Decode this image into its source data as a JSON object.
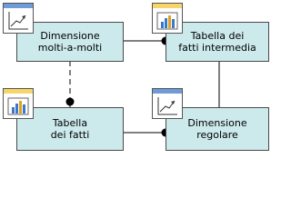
{
  "colors": {
    "box_fill": "#cce9ec",
    "dimension_icon_bar": "#6f9bd8",
    "fact_icon_bar": "#f6d66a",
    "connector": "#000000"
  },
  "nodes": {
    "many_to_many_dimension": {
      "label": "Dimensione\nmolti-a-molti",
      "icon": "line-chart-icon"
    },
    "intermediate_fact_table": {
      "label": "Tabella dei\nfatti intermedia",
      "icon": "bar-chart-icon"
    },
    "fact_table": {
      "label": "Tabella\ndei fatti",
      "icon": "bar-chart-icon"
    },
    "regular_dimension": {
      "label": "Dimensione\nregolare",
      "icon": "line-chart-icon"
    }
  }
}
